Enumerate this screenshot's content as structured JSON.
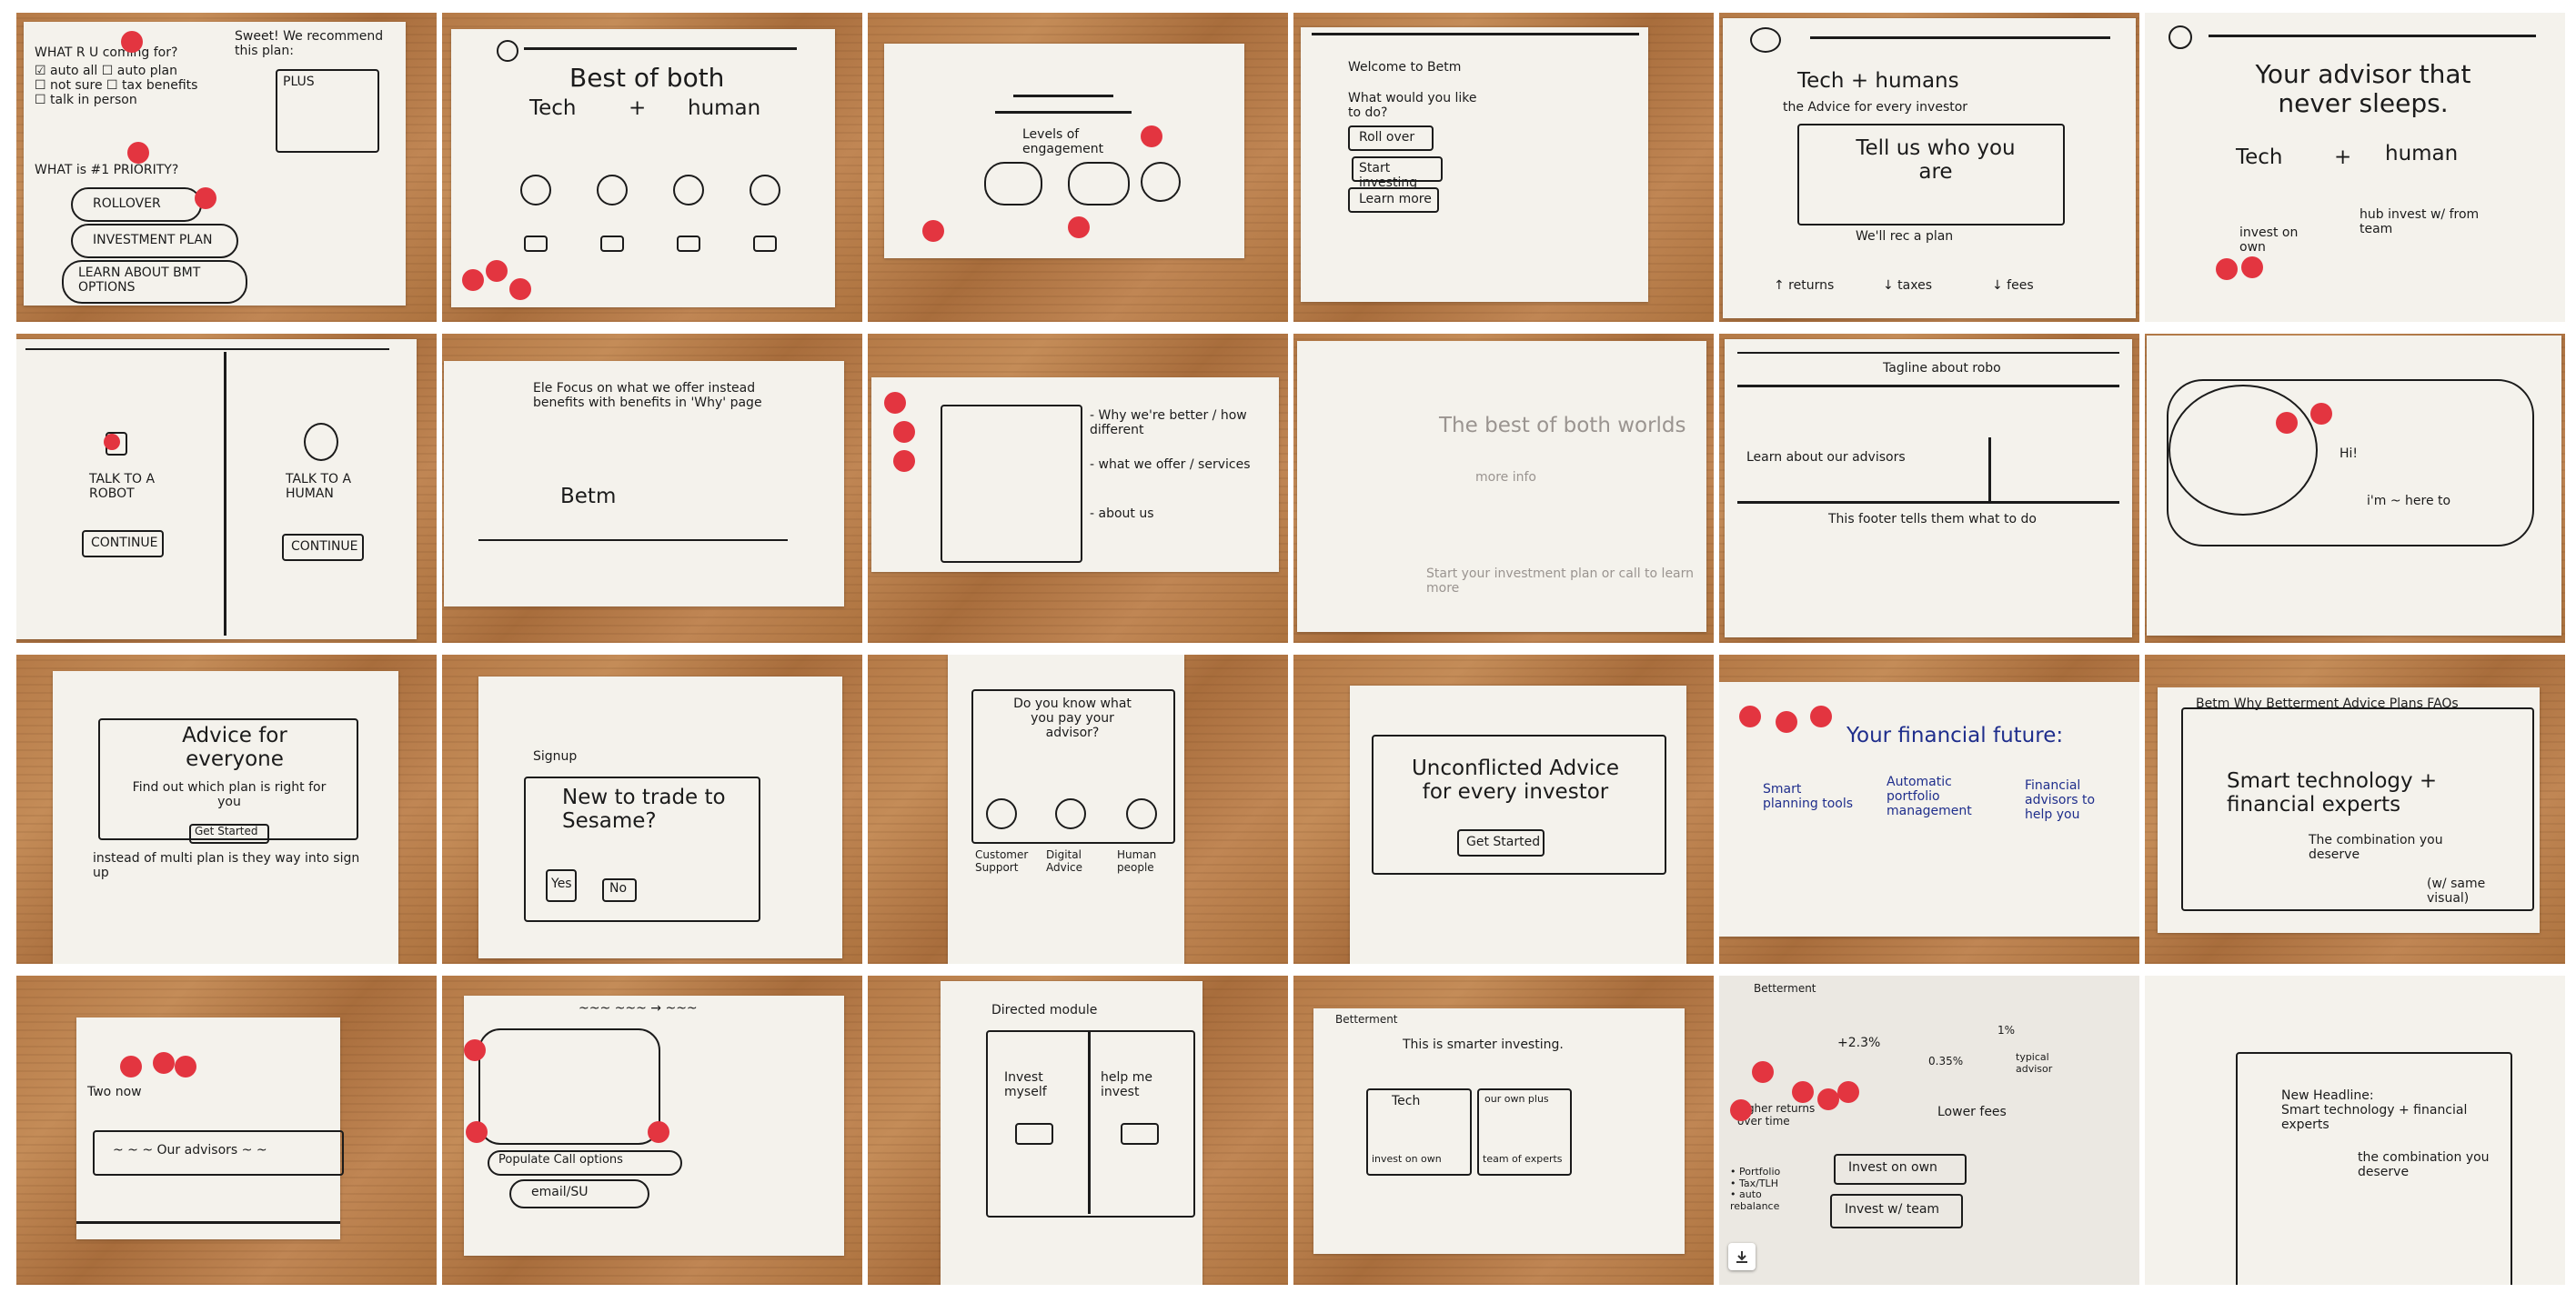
{
  "tiles": {
    "t1": {
      "q1": "WHAT R U coming for?",
      "opts": "☑ auto all   ☐ auto plan\n☐ not sure   ☐ tax benefits\n☐ talk in person",
      "reco": "Sweet! We recommend this plan:",
      "plan": "PLUS",
      "q2": "WHAT is #1 PRIORITY?",
      "b1": "ROLLOVER",
      "b2": "INVESTMENT PLAN",
      "b3": "LEARN ABOUT BMT OPTIONS"
    },
    "t2": {
      "title": "Best of both",
      "left": "Tech",
      "plus": "+",
      "right": "human"
    },
    "t3": {
      "text": "Levels of engagement"
    },
    "t4": {
      "title": "Welcome to Betm",
      "q": "What would you like to do?",
      "b1": "Roll over",
      "b2": "Start investing",
      "b3": "Learn more"
    },
    "t5": {
      "title": "Tech  +  humans",
      "sub": "the Advice for every investor",
      "box": "Tell us who you are",
      "plan": "We'll rec a plan",
      "f1": "↑ returns",
      "f2": "↓ taxes",
      "f3": "↓ fees"
    },
    "t6": {
      "title": "Your advisor that never sleeps.",
      "left": "Tech",
      "plus": "+",
      "right": "human",
      "leftSub": "invest on own",
      "rightSub": "hub invest w/ from team"
    },
    "t7": {
      "left": "TALK TO A ROBOT",
      "right": "TALK TO A HUMAN",
      "cta": "CONTINUE"
    },
    "t8": {
      "text": "Ele Focus on what we offer instead benefits with benefits in 'Why' page",
      "brand": "Betm"
    },
    "t9": {
      "b1": "- Why we're better / how different",
      "b2": "- what we offer / services",
      "b3": "- about us"
    },
    "t10": {
      "title": "The best of both worlds",
      "mid": "more info",
      "foot": "Start your investment plan or call to learn more"
    },
    "t11": {
      "tagline": "Tagline about robo",
      "learn": "Learn about our advisors",
      "text": "This footer tells them what to do"
    },
    "t12": {
      "hi": "Hi!",
      "im": "i'm ~ here to"
    },
    "t13": {
      "title": "Advice for everyone",
      "body": "Find out which plan is right for you",
      "btn": "Get Started",
      "note": "instead of multi plan is they way into sign up"
    },
    "t14": {
      "head": "Signup",
      "q": "New to trade to Sesame?",
      "y": "Yes",
      "n": "No"
    },
    "t15": {
      "q": "Do you know what you pay your advisor?",
      "a": "Customer Support",
      "b": "Digital Advice",
      "c": "Human people"
    },
    "t16": {
      "title": "Unconflicted Advice for every investor",
      "btn": "Get Started"
    },
    "t17": {
      "title": "Your financial future:",
      "c1": "Smart planning tools",
      "c2": "Automatic portfolio management",
      "c3": "Financial advisors to help you"
    },
    "t18": {
      "nav": "Betm   Why Betterment   Advice Plans   FAQs",
      "body": "Smart technology + financial experts",
      "sub": "The combination you deserve",
      "note": "(w/ same visual)"
    },
    "t19": {
      "title": "Two now",
      "bar": "~ ~ ~ Our advisors ~ ~"
    },
    "t20": {
      "top": "~~~ ~~~ → ~~~",
      "btn1": "Populate Call options",
      "btn2": "email/SU"
    },
    "t21": {
      "head": "Directed module",
      "left": "Invest myself",
      "right": "help me invest"
    },
    "t22": {
      "brand": "Betterment",
      "title": "This is smarter investing.",
      "left": "Tech",
      "leftSub": "invest on own",
      "rightTop": "our own plus",
      "rightSub": "team of experts"
    },
    "t23": {
      "brand": "Betterment",
      "pct": "+2.3%",
      "pct2": "0.35%",
      "pct3": "1%",
      "typical": "typical advisor",
      "higher": "higher returns over time",
      "lower": "Lower fees",
      "list": "• Portfolio\n• Tax/TLH\n• auto rebalance",
      "btn1": "Invest on own",
      "btn2": "Invest w/ team"
    },
    "t24": {
      "title": "New Headline:\nSmart technology + financial experts",
      "sub": "the combination you deserve"
    }
  },
  "colors": {
    "dot": "#e33540",
    "paper": "#f4f2ec",
    "wood": "#b57a47",
    "ink": "#1b1b1b",
    "blueInk": "#1f2e8c"
  },
  "icons": {
    "download": "download-icon"
  }
}
